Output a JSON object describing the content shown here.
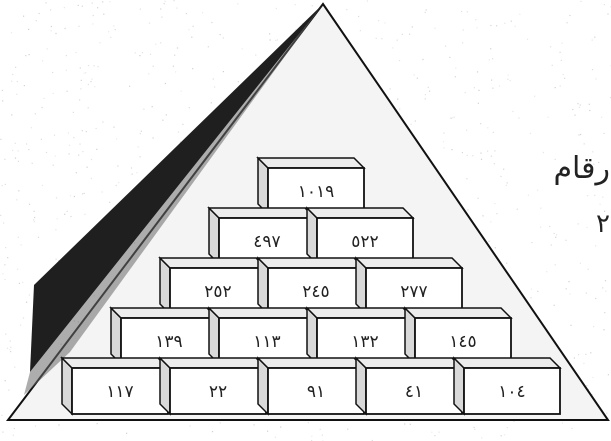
{
  "background_text": {
    "line1": "رقام",
    "line2": "٢"
  },
  "pyramid": {
    "rows": [
      [
        "١٠١٩"
      ],
      [
        "٤٩٧",
        "٥٢٢"
      ],
      [
        "٢٥٢",
        "٢٤٥",
        "٢٧٧"
      ],
      [
        "١٣٩",
        "١١٣",
        "١٣٢",
        "١٤٥"
      ],
      [
        "١١٧",
        "٢٢",
        "٩١",
        "٤١",
        "١٠٤"
      ]
    ]
  },
  "colors": {
    "outline": "#111111",
    "block_face": "#ffffff",
    "block_side": "#d9d9d9",
    "block_top": "#ececec",
    "pyramid_left_face": "#1f1f1f",
    "pyramid_face": "#f4f4f4"
  }
}
